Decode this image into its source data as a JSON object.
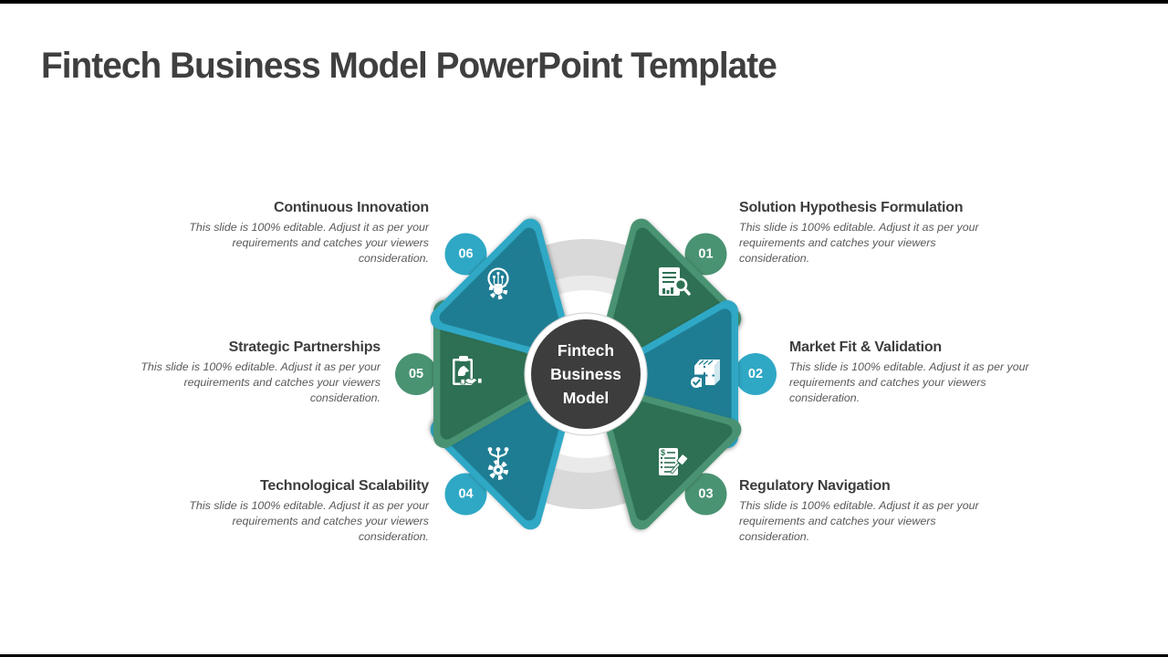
{
  "title": "Fintech Business Model PowerPoint Template",
  "center": {
    "label": "Fintech\nBusiness\nModel"
  },
  "shared_description": "This slide is 100% editable. Adjust it as per your\nrequirements and catches your viewers\nconsideration.",
  "items": [
    {
      "number": "01",
      "label": "Solution Hypothesis Formulation",
      "icon": "document-research-icon",
      "fill": "#2E7054",
      "accent": "#4A9372",
      "position": "top-right"
    },
    {
      "number": "02",
      "label": "Market Fit & Validation",
      "icon": "puzzle-validation-icon",
      "fill": "#1F7D93",
      "accent": "#2FA8C5",
      "position": "right"
    },
    {
      "number": "03",
      "label": "Regulatory Navigation",
      "icon": "regulation-gavel-icon",
      "fill": "#2E7054",
      "accent": "#4A9372",
      "position": "bottom-right"
    },
    {
      "number": "04",
      "label": "Technological Scalability",
      "icon": "scalable-tech-icon",
      "fill": "#1F7D93",
      "accent": "#2FA8C5",
      "position": "bottom-left"
    },
    {
      "number": "05",
      "label": "Strategic Partnerships",
      "icon": "partnership-strategy-icon",
      "fill": "#2E7054",
      "accent": "#4A9372",
      "position": "left"
    },
    {
      "number": "06",
      "label": "Continuous Innovation",
      "icon": "innovation-bulb-icon",
      "fill": "#1F7D93",
      "accent": "#2FA8C5",
      "position": "top-left"
    }
  ],
  "colors": {
    "teal_fill": "#1F7D93",
    "teal_accent": "#2FA8C5",
    "green_fill": "#2E7054",
    "green_accent": "#4A9372",
    "center_circle": "#3D3D3D",
    "ring_outer": "#D9D9D9",
    "ring_inner": "#EAEAEA",
    "title_text": "#3F3F3F",
    "heading_text": "#3D3D3D",
    "body_text": "#595959",
    "top_bottom_bars": "#000000"
  }
}
